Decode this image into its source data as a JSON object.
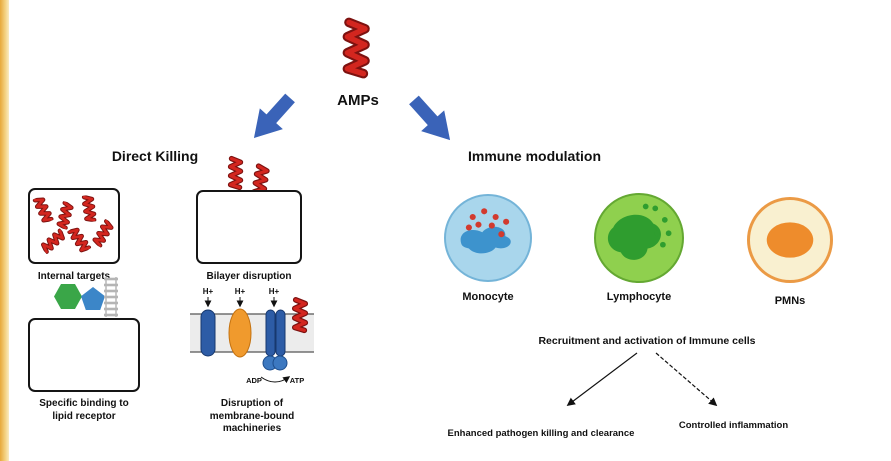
{
  "amps": {
    "label": "AMPs"
  },
  "direct_killing": {
    "heading": "Direct Killing",
    "internal_targets": "Internal targets",
    "specific_binding": "Specific binding to\nlipid receptor",
    "bilayer_disruption": "Bilayer disruption",
    "membrane_machineries": "Disruption of\nmembrane-bound\nmachineries",
    "h_plus": "H+",
    "adp": "ADP",
    "atp": "ATP"
  },
  "immune_modulation": {
    "heading": "Immune modulation",
    "cells": [
      {
        "name": "Monocyte"
      },
      {
        "name": "Lymphocyte"
      },
      {
        "name": "PMNs"
      }
    ],
    "recruitment": "Recruitment and activation of Immune cells",
    "outcome_left": "Enhanced pathogen killing and clearance",
    "outcome_right": "Controlled inflammation"
  },
  "colors": {
    "helix_red": "#d3261f",
    "arrow_blue": "#3a63b8",
    "monocyte_fill": "#a9d6ec",
    "monocyte_nucleus": "#3d93cd",
    "granule_red": "#d23a2e",
    "lymphocyte_fill": "#8fd04e",
    "lymphocyte_nucleus": "#2f9d2f",
    "pmn_fill": "#f9f0d0",
    "pmn_nucleus": "#ee8c2c",
    "receptor_green": "#3aa648",
    "receptor_blue": "#3c86c8",
    "protein_blue": "#2d5ca6",
    "protein_orange": "#f09a2d"
  }
}
